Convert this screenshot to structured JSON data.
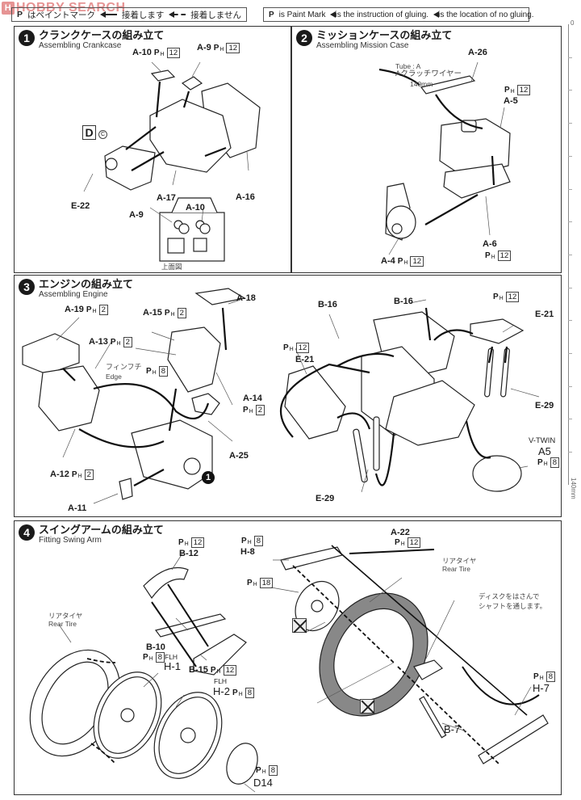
{
  "watermark": {
    "logo": "H",
    "text": "HOBBY SEARCH"
  },
  "legend": {
    "jp": {
      "paint_symbol": "P",
      "paint_text": "はペイントマーク",
      "glue_text": "接着します",
      "noglue_text": "接着しません"
    },
    "en": {
      "paint_symbol": "P",
      "paint_text": "is Paint Mark",
      "glue_text": "is the instruction of gluing.",
      "noglue_text": "is the location of no gluing."
    }
  },
  "ruler": {
    "start": "0",
    "end": "140mm"
  },
  "steps": [
    {
      "number": "1",
      "title_jp": "クランクケースの組み立て",
      "title_en": "Assembling Crankcase",
      "labels": {
        "a10": "A-10",
        "a10_paint": "12",
        "a9": "A-9",
        "a9_paint": "12",
        "d_badge": "D",
        "c_mark": "C",
        "a17": "A-17",
        "a16": "A-16",
        "e22": "E-22",
        "top_a9": "A-9",
        "top_a10": "A-10",
        "top_view": "上面図"
      }
    },
    {
      "number": "2",
      "title_jp": "ミッションケースの組み立て",
      "title_en": "Assembling Mission Case",
      "labels": {
        "tube": "Tube : A",
        "clutch_wire": "Aクラッチワイヤー",
        "length": "140mm",
        "a26": "A-26",
        "a5": "A-5",
        "a5_paint": "12",
        "a6": "A-6",
        "a6_paint": "12",
        "a4": "A-4",
        "a4_paint": "12"
      }
    },
    {
      "number": "3",
      "title_jp": "エンジンの組み立て",
      "title_en": "Assembling Engine",
      "labels": {
        "a19": "A-19",
        "a19_paint": "2",
        "a13": "A-13",
        "a13_paint": "2",
        "a15": "A-15",
        "a15_paint": "2",
        "a18": "A-18",
        "fin_jp": "フィンフチ",
        "fin_en": "Edge",
        "fin_paint": "8",
        "a14": "A-14",
        "a14_paint": "2",
        "a25": "A-25",
        "a12": "A-12",
        "a12_paint": "2",
        "a11": "A-11",
        "ref_step": "1",
        "b16_left": "B-16",
        "b16_top": "B-16",
        "e21_left": "E-21",
        "e21_left_paint": "12",
        "e21_right": "E-21",
        "e21_right_paint": "12",
        "e29_right": "E-29",
        "e29_left": "E-29",
        "vtwin": "V-TWIN",
        "a5": "A5",
        "a5_paint": "8"
      }
    },
    {
      "number": "4",
      "title_jp": "スイングアームの組み立て",
      "title_en": "Fitting Swing Arm",
      "labels": {
        "b12": "B-12",
        "b12_paint": "12",
        "b10": "B-10",
        "b15": "B-15",
        "b15_paint": "12",
        "rear_tire_jp": "リアタイヤ",
        "rear_tire_en": "Rear Tire",
        "h1_flh": "FLH",
        "h1": "H-1",
        "h1_paint": "8",
        "h2_flh": "FLH",
        "h2": "H-2",
        "h2_paint": "8",
        "d14": "D14",
        "d14_paint": "8",
        "h8": "H-8",
        "h8_paint": "8",
        "sprocket_paint": "18",
        "a22": "A-22",
        "a22_paint": "12",
        "rear_tire2_jp": "リアタイヤ",
        "rear_tire2_en": "Rear Tire",
        "disc_note_1": "ディスクをはさんで",
        "disc_note_2": "シャフトを通します。",
        "h7": "H-7",
        "h7_paint": "8",
        "b7": "B-7"
      }
    }
  ]
}
